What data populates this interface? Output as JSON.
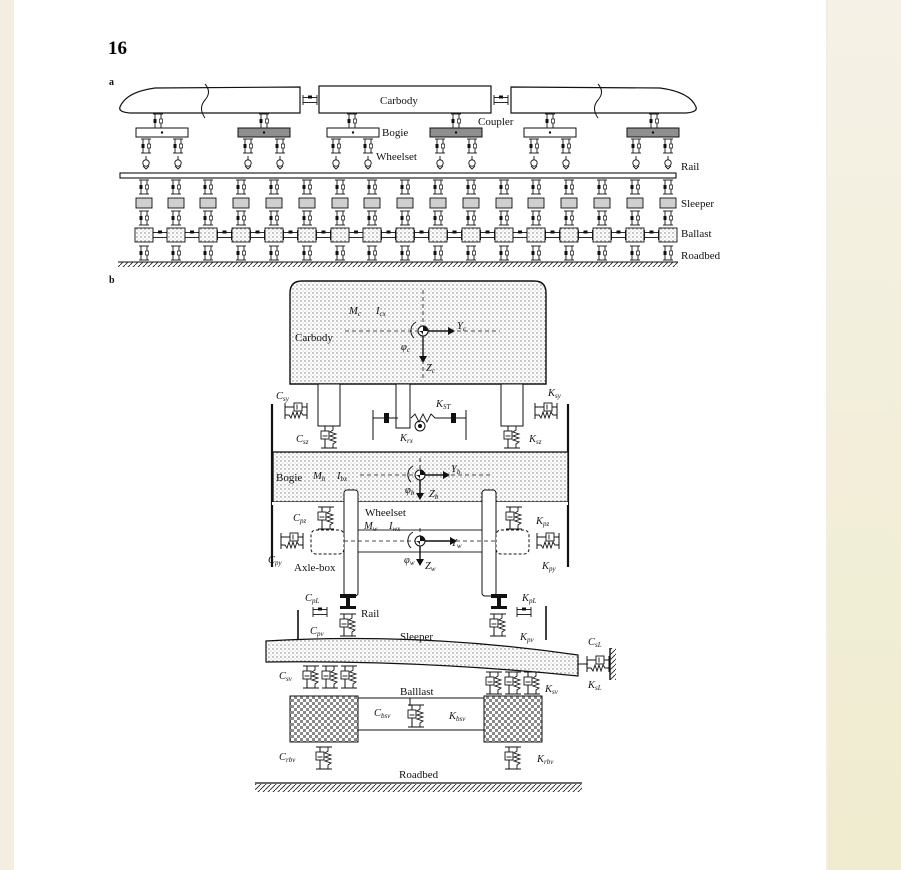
{
  "figure": {
    "number": "16",
    "panel_a": {
      "letter": "a",
      "labels": {
        "carbody": "Carbody",
        "coupler": "Coupler",
        "bogie": "Bogie",
        "wheelset": "Wheelset",
        "rail": "Rail",
        "sleeper": "Sleeper",
        "ballast": "Ballast",
        "roadbed": "Roadbed"
      }
    },
    "panel_b": {
      "letter": "b",
      "labels": {
        "carbody": "Carbody",
        "bogie": "Bogie",
        "wheelset": "Wheelset",
        "axle_box": "Axle-box",
        "rail": "Rail",
        "sleeper": "Sleeper",
        "ballast": "Balllast",
        "roadbed": "Roadbed"
      },
      "symbols": {
        "mc": "M",
        "mc_sub": "c",
        "icx": "I",
        "icx_sub": "cx",
        "yc": "Y",
        "yc_sub": "c",
        "zc": "Z",
        "zc_sub": "c",
        "phic": "φ",
        "phic_sub": "c",
        "csy": "C",
        "csy_sub": "sy",
        "ksy": "K",
        "ksy_sub": "sy",
        "csz": "C",
        "csz_sub": "sz",
        "ksz": "K",
        "ksz_sub": "sz",
        "kst": "K",
        "kst_sub": "ST",
        "krx": "K",
        "krx_sub": "rx",
        "mb": "M",
        "mb_sub": "b",
        "ibx": "I",
        "ibx_sub": "bx",
        "yb": "Y",
        "yb_sub": "b",
        "zb": "Z",
        "zb_sub": "b",
        "phib": "φ",
        "phib_sub": "b",
        "cpz": "C",
        "cpz_sub": "pz",
        "kpz": "K",
        "kpz_sub": "pz",
        "mw": "M",
        "mw_sub": "w",
        "iwx": "I",
        "iwx_sub": "wx",
        "yw": "Y",
        "yw_sub": "w",
        "zw": "Z",
        "zw_sub": "w",
        "phiw": "φ",
        "phiw_sub": "w",
        "cpy": "C",
        "cpy_sub": "py",
        "kpy": "K",
        "kpy_sub": "py",
        "cpl": "C",
        "cpl_sub": "pL",
        "kpl": "K",
        "kpl_sub": "pL",
        "cpv": "C",
        "cpv_sub": "pv",
        "kpv": "K",
        "kpv_sub": "pv",
        "csl": "C",
        "csl_sub": "sL",
        "ksl": "K",
        "ksl_sub": "sL",
        "csv": "C",
        "csv_sub": "sv",
        "ksv": "K",
        "ksv_sub": "sv",
        "cbsv": "C",
        "cbsv_sub": "bsv",
        "kbsv": "K",
        "kbsv_sub": "bsv",
        "crbv": "C",
        "crbv_sub": "rbv",
        "krbv": "K",
        "krbv_sub": "rbv"
      }
    }
  }
}
